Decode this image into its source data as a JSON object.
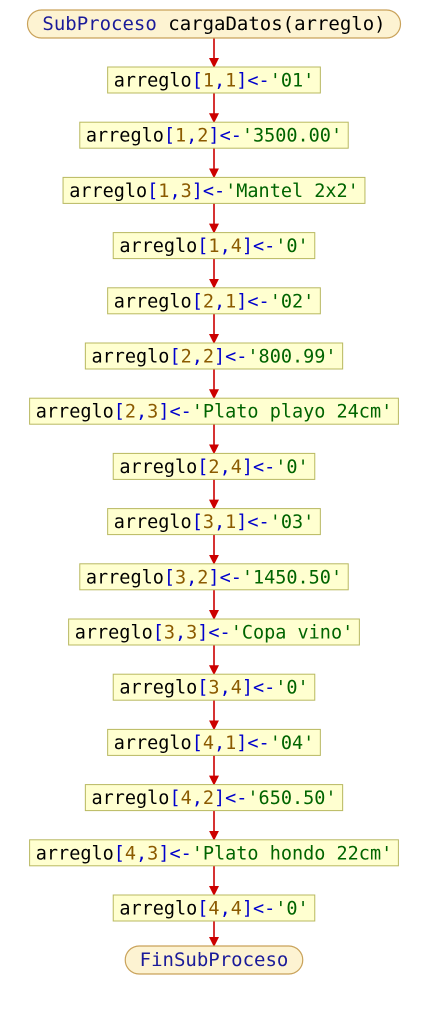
{
  "diagram": {
    "start": {
      "keyword": "SubProceso",
      "signature": "cargaDatos(arreglo)"
    },
    "end": {
      "keyword": "FinSubProceso"
    },
    "assignments": [
      {
        "var": "arreglo",
        "i": "1",
        "j": "1",
        "value": "'01'",
        "kind": "str"
      },
      {
        "var": "arreglo",
        "i": "1",
        "j": "2",
        "value": "'3500.00'",
        "kind": "str"
      },
      {
        "var": "arreglo",
        "i": "1",
        "j": "3",
        "value": "'Mantel 2x2'",
        "kind": "str"
      },
      {
        "var": "arreglo",
        "i": "1",
        "j": "4",
        "value": "'0'",
        "kind": "str"
      },
      {
        "var": "arreglo",
        "i": "2",
        "j": "1",
        "value": "'02'",
        "kind": "str"
      },
      {
        "var": "arreglo",
        "i": "2",
        "j": "2",
        "value": "'800.99'",
        "kind": "str"
      },
      {
        "var": "arreglo",
        "i": "2",
        "j": "3",
        "value": "'Plato playo 24cm'",
        "kind": "str"
      },
      {
        "var": "arreglo",
        "i": "2",
        "j": "4",
        "value": "'0'",
        "kind": "str"
      },
      {
        "var": "arreglo",
        "i": "3",
        "j": "1",
        "value": "'03'",
        "kind": "str"
      },
      {
        "var": "arreglo",
        "i": "3",
        "j": "2",
        "value": "'1450.50'",
        "kind": "str"
      },
      {
        "var": "arreglo",
        "i": "3",
        "j": "3",
        "value": "'Copa vino'",
        "kind": "str"
      },
      {
        "var": "arreglo",
        "i": "3",
        "j": "4",
        "value": "'0'",
        "kind": "str"
      },
      {
        "var": "arreglo",
        "i": "4",
        "j": "1",
        "value": "'04'",
        "kind": "str"
      },
      {
        "var": "arreglo",
        "i": "4",
        "j": "2",
        "value": "'650.50'",
        "kind": "str"
      },
      {
        "var": "arreglo",
        "i": "4",
        "j": "3",
        "value": "'Plato hondo 22cm'",
        "kind": "str"
      },
      {
        "var": "arreglo",
        "i": "4",
        "j": "4",
        "value": "'0'",
        "kind": "str"
      }
    ],
    "syntax": {
      "arrow": "<-",
      "separator": ","
    },
    "colors": {
      "terminal_fill": "#fdf3d2",
      "terminal_stroke": "#c9a25a",
      "node_fill": "#ffffd0",
      "node_stroke": "#b8b860",
      "connector": "#cc0000",
      "keyword": "#1a1a99",
      "identifier": "#000000",
      "bracket": "#0000cc",
      "index": "#8b5a00",
      "string": "#006400"
    }
  }
}
